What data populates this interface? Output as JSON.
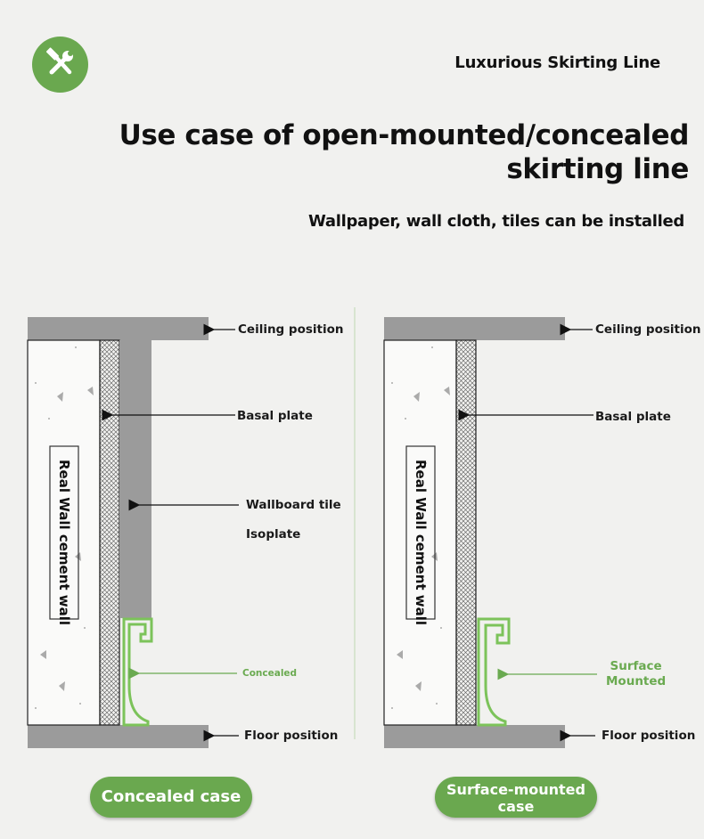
{
  "brand": "Luxurious Skirting Line",
  "title_line1": "Use case of open-mounted/concealed",
  "title_line2": "skirting line",
  "subtitle": "Wallpaper, wall cloth, tiles can be installed",
  "left": {
    "ceiling": "Ceiling position",
    "basal": "Basal plate",
    "wallboard": "Wallboard tile",
    "isoplate": "Isoplate",
    "concealed": "Concealed",
    "floor": "Floor position",
    "wall_text": "Real Wall cement wall",
    "button": "Concealed case"
  },
  "right": {
    "ceiling": "Ceiling position",
    "basal": "Basal plate",
    "surface_line1": "Surface",
    "surface_line2": "Mounted",
    "floor": "Floor position",
    "wall_text": "Real Wall cement wall",
    "button_line1": "Surface-mounted",
    "button_line2": "case"
  },
  "colors": {
    "accent": "#6aa84f",
    "gray": "#9b9b9b",
    "skirting": "#7cc35a"
  },
  "icons": {
    "logo": "tools-icon"
  }
}
